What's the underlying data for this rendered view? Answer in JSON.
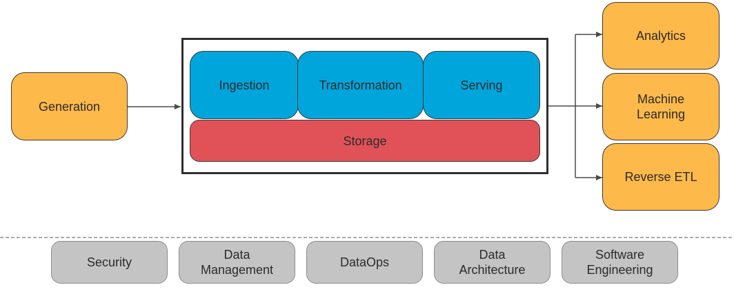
{
  "source": {
    "label": "Generation"
  },
  "lifecycle": {
    "stages": [
      {
        "label": "Ingestion"
      },
      {
        "label": "Transformation"
      },
      {
        "label": "Serving"
      }
    ],
    "storage": {
      "label": "Storage"
    }
  },
  "outputs": [
    {
      "label": "Analytics"
    },
    {
      "label": "Machine\nLearning"
    },
    {
      "label": "Reverse ETL"
    }
  ],
  "undercurrents": [
    {
      "label": "Security"
    },
    {
      "label": "Data\nManagement"
    },
    {
      "label": "DataOps"
    },
    {
      "label": "Data\nArchitecture"
    },
    {
      "label": "Software\nEngineering"
    }
  ],
  "colors": {
    "orange": "#FDB94A",
    "blue": "#00A5DC",
    "red": "#E05258",
    "gray": "#C4C4C4"
  }
}
